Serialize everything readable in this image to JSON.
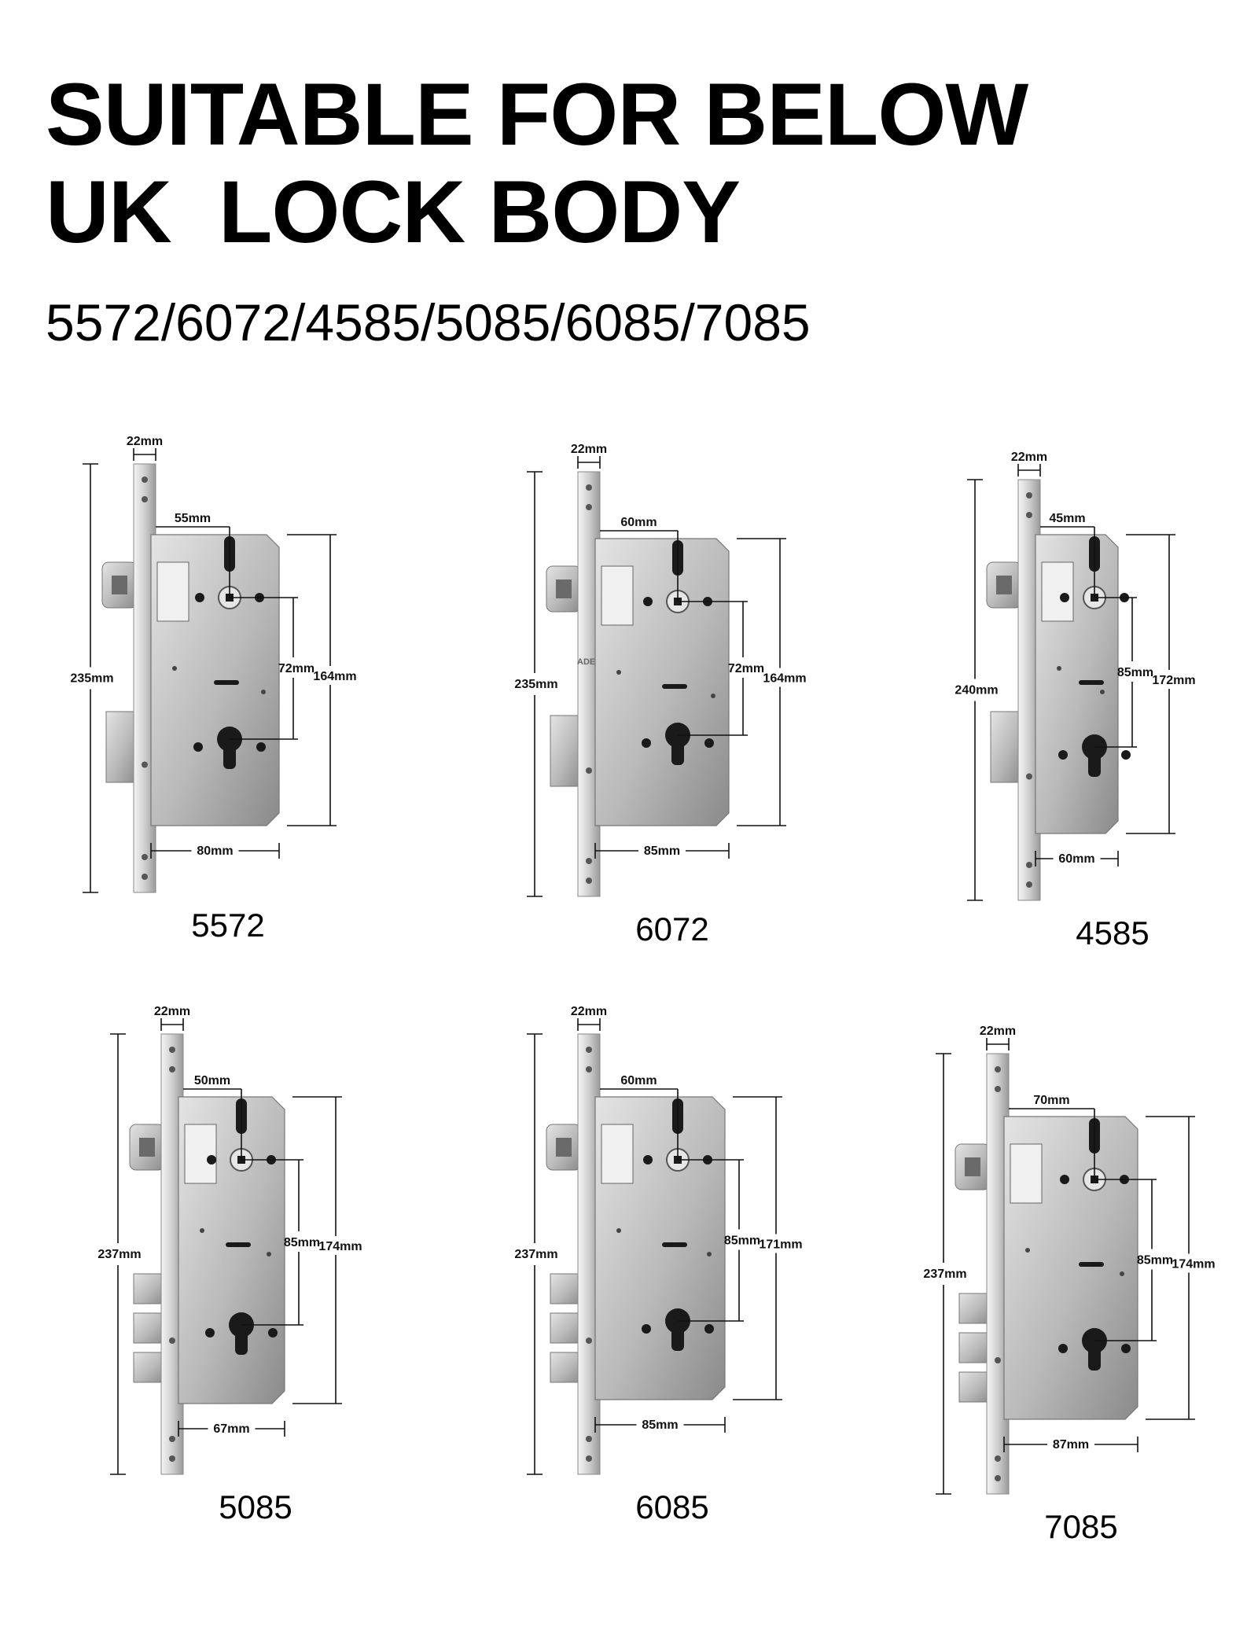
{
  "header": {
    "title_line1": "SUITABLE FOR BELOW",
    "title_line2": "UK  LOCK BODY",
    "models_line": "5572/6072/4585/5085/6085/7085"
  },
  "colors": {
    "steel_light": "#e4e4e4",
    "steel_mid": "#b9b9b9",
    "steel_dark": "#8a8a8a",
    "hole": "#1a1a1a",
    "dimension_line": "#111111"
  },
  "locks": [
    {
      "model": "5572",
      "faceplate_width": "22mm",
      "backset": "55mm",
      "faceplate_length": "235mm",
      "body_height": "164mm",
      "centre_distance": "72mm",
      "body_width": "80mm",
      "deadbolts": 1
    },
    {
      "model": "6072",
      "faceplate_width": "22mm",
      "backset": "60mm",
      "faceplate_length": "235mm",
      "body_height": "164mm",
      "centre_distance": "72mm",
      "body_width": "85mm",
      "deadbolts": 1,
      "faceplate_mark": "ADEL"
    },
    {
      "model": "4585",
      "faceplate_width": "22mm",
      "backset": "45mm",
      "faceplate_length": "240mm",
      "body_height": "172mm",
      "centre_distance": "85mm",
      "body_width": "60mm",
      "deadbolts": 1
    },
    {
      "model": "5085",
      "faceplate_width": "22mm",
      "backset": "50mm",
      "faceplate_length": "237mm",
      "body_height": "174mm",
      "centre_distance": "85mm",
      "body_width": "67mm",
      "deadbolts": 3
    },
    {
      "model": "6085",
      "faceplate_width": "22mm",
      "backset": "60mm",
      "faceplate_length": "237mm",
      "body_height": "171mm",
      "centre_distance": "85mm",
      "body_width": "85mm",
      "deadbolts": 3
    },
    {
      "model": "7085",
      "faceplate_width": "22mm",
      "backset": "70mm",
      "faceplate_length": "237mm",
      "body_height": "174mm",
      "centre_distance": "85mm",
      "body_width": "87mm",
      "deadbolts": 3
    }
  ]
}
